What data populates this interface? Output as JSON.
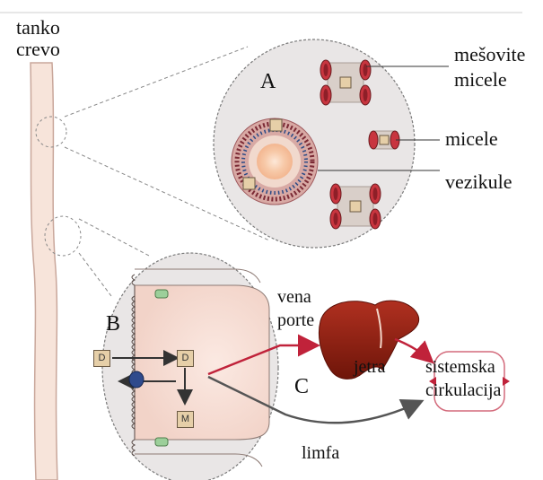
{
  "labels": {
    "small_intestine_1": "tanko",
    "small_intestine_2": "crevo",
    "mixed_micelles_1": "mešovite",
    "mixed_micelles_2": "micele",
    "micelles": "micele",
    "vesicles": "vezikule",
    "portal_vein_1": "vena",
    "portal_vein_2": "porte",
    "liver": "jetra",
    "systemic_1": "sistemska",
    "systemic_2": "cirkulacija",
    "lymph": "limfa"
  },
  "panel_letters": {
    "a": "A",
    "b": "B",
    "c": "C"
  },
  "box_letters": {
    "d": "D",
    "m": "M"
  },
  "colors": {
    "intestine": "#f7e4da",
    "intestine_outline": "#c9a79b",
    "circle_fill": "#e9e6e6",
    "circle_border": "#7a7a7a",
    "red_arrow": "#c0223a",
    "grey_arrow": "#555555",
    "liver": "#8b1e12",
    "micelle_red": "#c8353f",
    "vitamin_d_box": "#e6cfa8"
  }
}
